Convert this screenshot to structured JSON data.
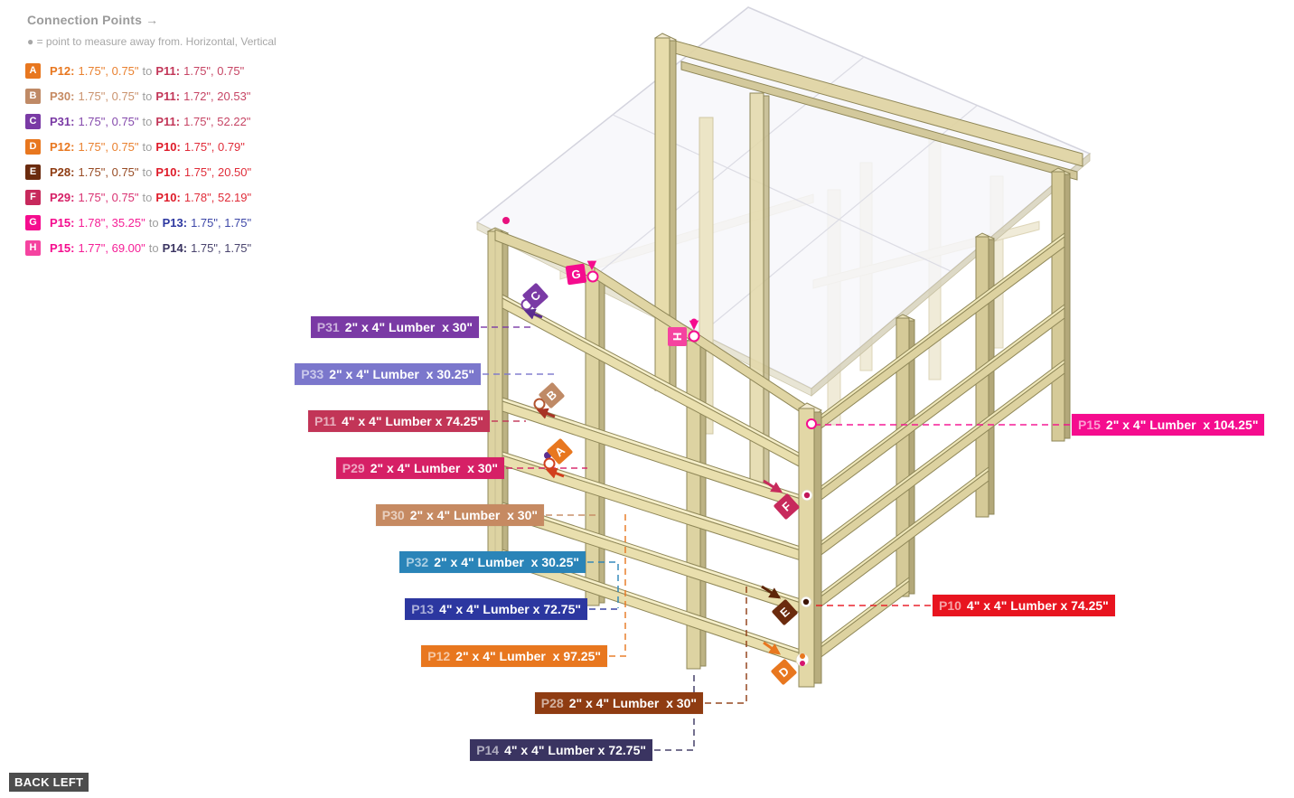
{
  "legend": {
    "title": "Connection Points",
    "title_arrow": "→",
    "note": "● = point to measure away from. Horizontal, Vertical",
    "rows": [
      {
        "letter": "A",
        "badge_color": "#e8771f",
        "from_part": "P12:",
        "from_vals": "1.75\", 0.75\"",
        "from_color": "#e8771f",
        "to_word": "to",
        "to_part": "P11:",
        "to_vals": "1.75\", 0.75\"",
        "to_color": "#c23557"
      },
      {
        "letter": "B",
        "badge_color": "#bf8a66",
        "from_part": "P30:",
        "from_vals": "1.75\", 0.75\"",
        "from_color": "#c68a62",
        "to_word": "to",
        "to_part": "P11:",
        "to_vals": "1.72\", 20.53\"",
        "to_color": "#c23557"
      },
      {
        "letter": "C",
        "badge_color": "#7a3aa5",
        "from_part": "P31:",
        "from_vals": "1.75\", 0.75\"",
        "from_color": "#7a3aa5",
        "to_word": "to",
        "to_part": "P11:",
        "to_vals": "1.75\", 52.22\"",
        "to_color": "#c23557"
      },
      {
        "letter": "D",
        "badge_color": "#e8771f",
        "from_part": "P12:",
        "from_vals": "1.75\", 0.75\"",
        "from_color": "#e8771f",
        "to_word": "to",
        "to_part": "P10:",
        "to_vals": "1.75\", 0.79\"",
        "to_color": "#de1a28"
      },
      {
        "letter": "E",
        "badge_color": "#6b2b0e",
        "from_part": "P28:",
        "from_vals": "1.75\", 0.75\"",
        "from_color": "#8f3c12",
        "to_word": "to",
        "to_part": "P10:",
        "to_vals": "1.75\", 20.50\"",
        "to_color": "#de1a28"
      },
      {
        "letter": "F",
        "badge_color": "#c7295c",
        "from_part": "P29:",
        "from_vals": "1.75\", 0.75\"",
        "from_color": "#d62066",
        "to_word": "to",
        "to_part": "P10:",
        "to_vals": "1.78\", 52.19\"",
        "to_color": "#de1a28"
      },
      {
        "letter": "G",
        "badge_color": "#f50c8e",
        "from_part": "P15:",
        "from_vals": "1.78\", 35.25\"",
        "from_color": "#f50c8e",
        "to_word": "to",
        "to_part": "P13:",
        "to_vals": "1.75\", 1.75\"",
        "to_color": "#2c37a0"
      },
      {
        "letter": "H",
        "badge_color": "#f543a0",
        "from_part": "P15:",
        "from_vals": "1.77\", 69.00\"",
        "from_color": "#f50c8e",
        "to_word": "to",
        "to_part": "P14:",
        "to_vals": "1.75\", 1.75\"",
        "to_color": "#3a3461"
      }
    ]
  },
  "parts": {
    "P31": {
      "id": "P31",
      "text": "2\" x 4\" Lumber  x 30\"",
      "color": "#7a3aa5"
    },
    "P33": {
      "id": "P33",
      "text": "2\" x 4\" Lumber  x 30.25\"",
      "color": "#7b77cc"
    },
    "P11": {
      "id": "P11",
      "text": "4\" x 4\" Lumber x 74.25\"",
      "color": "#c23557"
    },
    "P29": {
      "id": "P29",
      "text": "2\" x 4\" Lumber  x 30\"",
      "color": "#d62066"
    },
    "P30": {
      "id": "P30",
      "text": "2\" x 4\" Lumber  x 30\"",
      "color": "#c68a62"
    },
    "P32": {
      "id": "P32",
      "text": "2\" x 4\" Lumber  x 30.25\"",
      "color": "#2a84b8"
    },
    "P13": {
      "id": "P13",
      "text": "4\" x 4\" Lumber x 72.75\"",
      "color": "#2c37a0"
    },
    "P12": {
      "id": "P12",
      "text": "2\" x 4\" Lumber  x 97.25\"",
      "color": "#e8771f"
    },
    "P28": {
      "id": "P28",
      "text": "2\" x 4\" Lumber  x 30\"",
      "color": "#8f3c12"
    },
    "P14": {
      "id": "P14",
      "text": "4\" x 4\" Lumber x 72.75\"",
      "color": "#3a3461"
    },
    "P15": {
      "id": "P15",
      "text": "2\" x 4\" Lumber  x 104.25\"",
      "color": "#f50c8e"
    },
    "P10": {
      "id": "P10",
      "text": "4\" x 4\" Lumber x 74.25\"",
      "color": "#e8141f"
    }
  },
  "markers": {
    "A": {
      "letter": "A",
      "color": "#e8771f"
    },
    "B": {
      "letter": "B",
      "color": "#bf8a66"
    },
    "C": {
      "letter": "C",
      "color": "#7a3aa5"
    },
    "D": {
      "letter": "D",
      "color": "#e8771f"
    },
    "E": {
      "letter": "E",
      "color": "#6b2b0e"
    },
    "F": {
      "letter": "F",
      "color": "#c7295c"
    },
    "G": {
      "letter": "G",
      "color": "#f50c8e"
    },
    "H": {
      "letter": "H",
      "color": "#f543a0"
    }
  },
  "view_label": "BACK LEFT"
}
